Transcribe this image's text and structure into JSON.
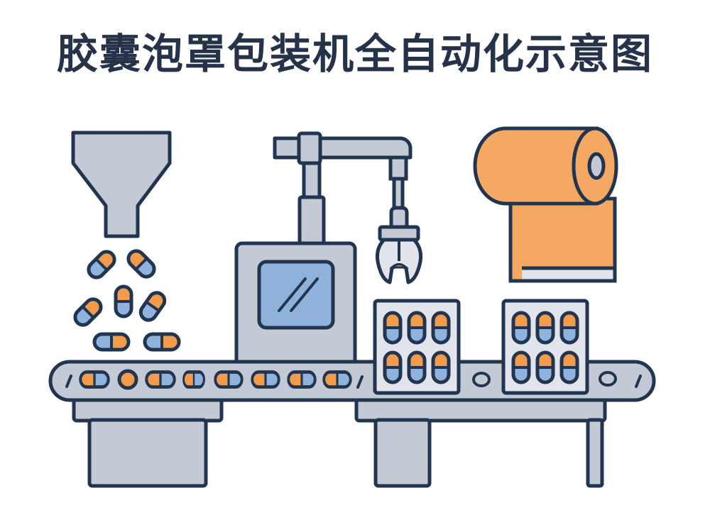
{
  "title": "胶囊泡罩包装机全自动化示意图",
  "colors": {
    "outline": "#223550",
    "machine_gray": "#c3cad5",
    "light_gray": "#e1e4ea",
    "capsule_orange": "#f29b4b",
    "capsule_blue": "#8fb3dc",
    "screen_blue": "#8fb2da",
    "film_orange": "#f5a862",
    "background": "#ffffff"
  },
  "components": {
    "hopper": {
      "label": "hopper"
    },
    "falling_capsules": {
      "count": 7
    },
    "forming_machine": {
      "label": "forming-machine",
      "screen": "control-screen"
    },
    "robot_arm": {
      "label": "robot-arm-gripper"
    },
    "foil_roll": {
      "label": "foil-film-roll"
    },
    "conveyor": {
      "capsules_on_belt": 8
    },
    "blister_packs": [
      {
        "rows": 2,
        "cols": 3
      },
      {
        "rows": 2,
        "cols": 3
      }
    ]
  }
}
